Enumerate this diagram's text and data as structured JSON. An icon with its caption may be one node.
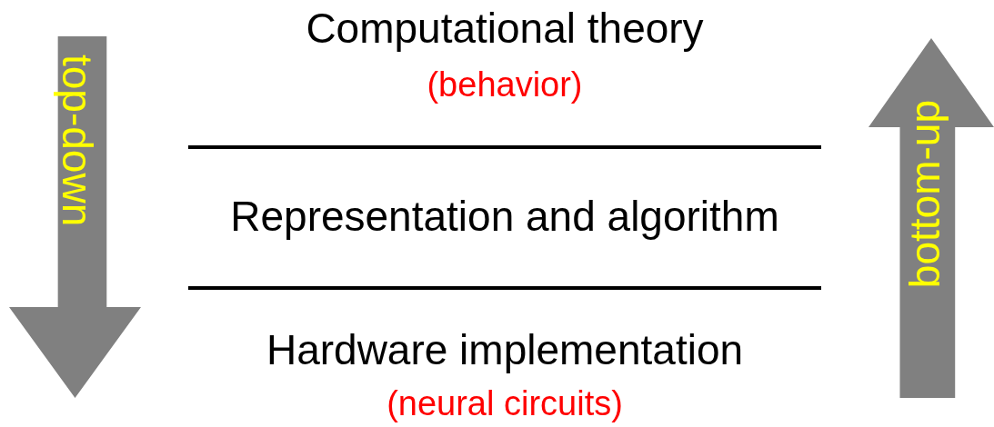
{
  "diagram": {
    "nodes": [
      {
        "text": [
          "top-down"
        ]
      },
      {
        "text": [
          "bottom-up"
        ]
      }
    ],
    "labels": [
      "Computational theory",
      "(behavior)",
      "Representation and algorithm",
      "Hardware implementation",
      "(neural circuits)"
    ]
  }
}
